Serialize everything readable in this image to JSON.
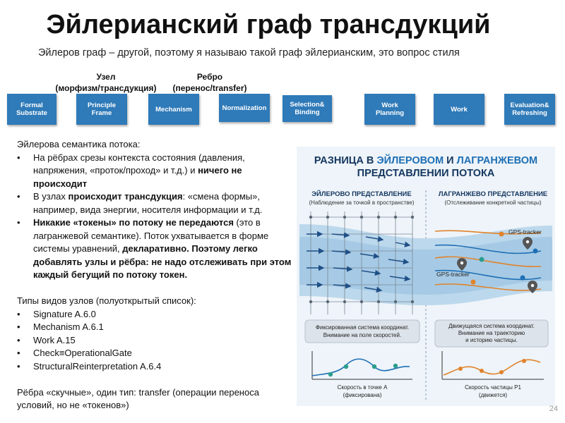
{
  "slide": {
    "title": "Эйлерианский граф трансдукций",
    "subtitle": "Эйлеров граф – другой, поэтому я называю такой граф эйлерианским, это вопрос стиля",
    "page_number": "24"
  },
  "annotations": {
    "node": [
      "Узел",
      "(морфизм/трансдукция)"
    ],
    "edge": [
      "Ребро",
      "(перенос/transfer)"
    ]
  },
  "pipeline": {
    "box_color": "#2f7ab8",
    "arrow_color": "#c5ccd3",
    "steps": [
      [
        "Formal",
        "Substrate"
      ],
      [
        "Principle",
        "Frame"
      ],
      [
        "Mechanism"
      ],
      [
        "Normalization"
      ],
      [
        "Selection&",
        "Binding"
      ],
      [
        "Work",
        "Planning"
      ],
      [
        "Work"
      ],
      [
        "Evaluation&",
        "Refreshing"
      ]
    ]
  },
  "left_text": {
    "intro": "Эйлерова семантика потока:",
    "bullet1": {
      "a": "На рёбрах срезы контекста состояния (давления, напряжения, «проток/проход» и т.д.) и ",
      "b": "ничего не происходит"
    },
    "bullet2": {
      "a": "В узлах ",
      "b": "происходит трансдукция",
      "c": ": «смена формы», например, вида энергии, носителя информации и т.д."
    },
    "bullet3": {
      "a": "Никакие «токены» по потоку не передаются",
      "b": " (это в лагранжевой семантике). Поток ухватывается в форме системы уравнений, ",
      "c": "декларативно. Поэтому легко добавлять узлы и рёбра: не надо отслеживать при этом каждый бегущий по потоку токен."
    },
    "types_header": "Типы видов узлов (полуоткрытый список):",
    "types": [
      "Signature A.6.0",
      "Mechanism A.6.1",
      "Work A.15",
      "Check≡OperationalGate",
      "StructuralReinterpretation A.6.4"
    ],
    "edges_note": "Рёбра «скучные», один тип: transfer (операции переноса условий, но не «токенов»)"
  },
  "infographic": {
    "title_1": "РАЗНИЦА В ",
    "title_euler": "ЭЙЛЕРОВОМ",
    "title_and": " И ",
    "title_lagr": "ЛАГРАНЖЕВОМ",
    "title_2": "ПРЕДСТАВЛЕНИИ ПОТОКА",
    "euler_head": "ЭЙЛЕРОВО ПРЕДСТАВЛЕНИЕ",
    "euler_sub": "(Наблюдение за точкой в пространстве)",
    "lagr_head": "ЛАГРАНЖЕВО ПРЕДСТАВЛЕНИЕ",
    "lagr_sub": "(Отслеживание конкретной частицы)",
    "gps1": "GPS-tracker",
    "gps2": "GPS-tracker",
    "euler_box": [
      "Фиксированная система координат.",
      "Внимание на поле скоростей."
    ],
    "lagr_box": [
      "Движущаяся система координат.",
      "Внимание на траекторию",
      "и историю частицы."
    ],
    "euler_caption": [
      "Скорость в точке A",
      "(фиксирована)"
    ],
    "lagr_caption": [
      "Скорость частицы P1",
      "(движется)"
    ],
    "colors": {
      "navy": "#14365f",
      "blue": "#1f6fb5",
      "orange": "#e0832b",
      "teal": "#2a9d8f"
    }
  }
}
